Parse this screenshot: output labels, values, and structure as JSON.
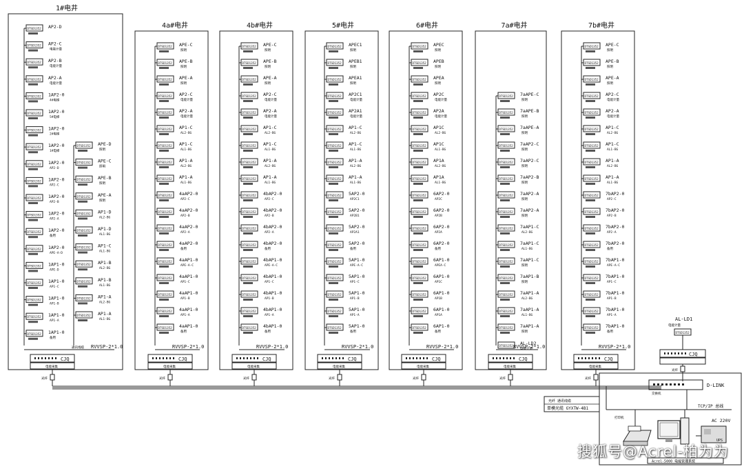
{
  "panels": [
    {
      "title": "1#电井",
      "columns": [
        {
          "meters": [
            {
              "l1": "AP2-D",
              "l2": ""
            },
            {
              "l1": "AP2-C",
              "l2": "电能计量"
            },
            {
              "l1": "AP2-B",
              "l2": "电能计量"
            },
            {
              "l1": "AP2-A",
              "l2": "电能计量"
            },
            {
              "l1": "1AP2-0",
              "l2": "4#电梯"
            },
            {
              "l1": "1AP2-0",
              "l2": "5#电梯"
            },
            {
              "l1": "1AP2-0",
              "l2": "2#电梯"
            },
            {
              "l1": "1AP2-0",
              "l2": "1#电梯"
            },
            {
              "l1": "1AP2-0",
              "l2": "AP2-D"
            },
            {
              "l1": "1AP2-0",
              "l2": "AP2-C"
            },
            {
              "l1": "1AP2-0",
              "l2": "AP2-B"
            },
            {
              "l1": "1AP2-0",
              "l2": "AP2-A"
            },
            {
              "l1": "1AP2-0",
              "l2": "备用"
            },
            {
              "l1": "1AP2-0",
              "l2": "APE-A-D"
            },
            {
              "l1": "1AP1-0",
              "l2": "APE-D"
            },
            {
              "l1": "1AP1-0",
              "l2": "AP1-C"
            },
            {
              "l1": "1AP1-0",
              "l2": "AP1-B"
            },
            {
              "l1": "1AP1-0",
              "l2": "AP1-A"
            },
            {
              "l1": "1AP1-0",
              "l2": "备用"
            }
          ]
        },
        {
          "meters": [
            {
              "l1": "APE-D",
              "l2": "照明"
            },
            {
              "l1": "APE-C",
              "l2": "照明"
            },
            {
              "l1": "APE-B",
              "l2": "照明"
            },
            {
              "l1": "APE-A",
              "l2": "照明"
            },
            {
              "l1": "AP1-D",
              "l2": "AL2-BG"
            },
            {
              "l1": "AP1-D",
              "l2": "AL1-BG"
            },
            {
              "l1": "AP1-C",
              "l2": "AL1-BG"
            },
            {
              "l1": "AP1-B",
              "l2": "AL2-BG"
            },
            {
              "l1": "AP1-B",
              "l2": "AL1-BG"
            },
            {
              "l1": "AP1-A",
              "l2": "AL2-BG"
            },
            {
              "l1": "AP1-A",
              "l2": "AL1-BG"
            }
          ]
        }
      ],
      "cable": "RVVSP-2*1.0",
      "cable_prefix": "通讯线缆",
      "conv_code": "CJQ",
      "conv_label": "电能采集",
      "fiber_label": "光纤"
    },
    {
      "title": "4a#电井",
      "columns": [
        {
          "meters": [
            {
              "l1": "APE-C",
              "l2": "照明"
            },
            {
              "l1": "APE-B",
              "l2": "照明"
            },
            {
              "l1": "APE-A",
              "l2": "照明"
            },
            {
              "l1": "AP2-C",
              "l2": "电能计量"
            },
            {
              "l1": "AP2-A",
              "l2": "电能计量"
            },
            {
              "l1": "AP1-C",
              "l2": "AL2-BG"
            },
            {
              "l1": "AP1-C",
              "l2": "AL1-BG"
            },
            {
              "l1": "AP1-A",
              "l2": "AL2-BG"
            },
            {
              "l1": "AP1-A",
              "l2": "AL1-BG"
            },
            {
              "l1": "4aAP2-0",
              "l2": "AP2-C"
            },
            {
              "l1": "4aAP2-0",
              "l2": "AP2-B"
            },
            {
              "l1": "4aAP2-0",
              "l2": "AP2-A"
            },
            {
              "l1": "4aAP2-0",
              "l2": "备用"
            },
            {
              "l1": "4aAP1-0",
              "l2": "APE-A-C"
            },
            {
              "l1": "4aAP1-0",
              "l2": "AP1-C"
            },
            {
              "l1": "4aAP1-0",
              "l2": "AP1-B"
            },
            {
              "l1": "4aAP1-0",
              "l2": "AP1-A"
            },
            {
              "l1": "4aAP1-0",
              "l2": "备用"
            }
          ]
        }
      ],
      "cable": "RVVSP-2*1.0",
      "cable_prefix": "",
      "conv_code": "CJQ",
      "conv_label": "电能采集",
      "fiber_label": "光纤"
    },
    {
      "title": "4b#电井",
      "columns": [
        {
          "meters": [
            {
              "l1": "APE-C",
              "l2": "照明"
            },
            {
              "l1": "APE-B",
              "l2": "照明"
            },
            {
              "l1": "APE-A",
              "l2": "照明"
            },
            {
              "l1": "AP2-C",
              "l2": "电能计量"
            },
            {
              "l1": "AP2-A",
              "l2": "电能计量"
            },
            {
              "l1": "AP1-C",
              "l2": "AL2-BG"
            },
            {
              "l1": "AP1-C",
              "l2": "AL1-BG"
            },
            {
              "l1": "AP1-A",
              "l2": "AL2-BG"
            },
            {
              "l1": "AP1-A",
              "l2": "AL1-BG"
            },
            {
              "l1": "4bAP2-0",
              "l2": "AP2-C"
            },
            {
              "l1": "4bAP2-0",
              "l2": "AP2-B"
            },
            {
              "l1": "4bAP2-0",
              "l2": "AP2-A"
            },
            {
              "l1": "4bAP2-0",
              "l2": "备用"
            },
            {
              "l1": "4bAP1-0",
              "l2": "APE-A-C"
            },
            {
              "l1": "4bAP1-0",
              "l2": "AP1-C"
            },
            {
              "l1": "4bAP1-0",
              "l2": "AP1-B"
            },
            {
              "l1": "4bAP1-0",
              "l2": "AP1-A"
            },
            {
              "l1": "4bAP1-0",
              "l2": "备用"
            }
          ]
        }
      ],
      "cable": "RVVSP-2*1.0",
      "cable_prefix": "",
      "conv_code": "CJQ",
      "conv_label": "电能采集",
      "fiber_label": "光纤"
    },
    {
      "title": "5#电井",
      "columns": [
        {
          "meters": [
            {
              "l1": "APEC1",
              "l2": "照明"
            },
            {
              "l1": "APEB1",
              "l2": "照明"
            },
            {
              "l1": "APEA1",
              "l2": "照明"
            },
            {
              "l1": "AP2C1",
              "l2": "电能计量"
            },
            {
              "l1": "AP2A1",
              "l2": "电能计量"
            },
            {
              "l1": "AP1-C",
              "l2": "AL2-BG"
            },
            {
              "l1": "AP1-C",
              "l2": "AL1-BG"
            },
            {
              "l1": "AP1-A",
              "l2": "AL2-BG"
            },
            {
              "l1": "AP1-A",
              "l2": "AL1-BG"
            },
            {
              "l1": "5AP2-0",
              "l2": "AP2C1"
            },
            {
              "l1": "5AP2-0",
              "l2": "AP2B1"
            },
            {
              "l1": "5AP2-0",
              "l2": "AP2A1"
            },
            {
              "l1": "5AP2-0",
              "l2": "备用"
            },
            {
              "l1": "5AP1-0",
              "l2": "APE-A-C"
            },
            {
              "l1": "5AP1-0",
              "l2": "AP1-C"
            },
            {
              "l1": "5AP1-0",
              "l2": "AP1-B"
            },
            {
              "l1": "5AP1-0",
              "l2": "AP1-A"
            },
            {
              "l1": "5AP1-0",
              "l2": "备用"
            }
          ]
        }
      ],
      "cable": "RVVSP-2*1.0",
      "cable_prefix": "",
      "conv_code": "CJQ",
      "conv_label": "电能采集",
      "fiber_label": "光纤"
    },
    {
      "title": "6#电井",
      "columns": [
        {
          "meters": [
            {
              "l1": "APEC",
              "l2": "照明"
            },
            {
              "l1": "APEB",
              "l2": "照明"
            },
            {
              "l1": "APEA",
              "l2": "照明"
            },
            {
              "l1": "AP2C",
              "l2": "电能计量"
            },
            {
              "l1": "AP2A",
              "l2": "电能计量"
            },
            {
              "l1": "AP1C",
              "l2": "AL2-BG"
            },
            {
              "l1": "AP1C",
              "l2": "AL1-BG"
            },
            {
              "l1": "AP1A",
              "l2": "AL2-BG"
            },
            {
              "l1": "AP1A",
              "l2": "AL1-BG"
            },
            {
              "l1": "6AP2-0",
              "l2": "AP2C"
            },
            {
              "l1": "6AP2-0",
              "l2": "AP2B"
            },
            {
              "l1": "6AP2-0",
              "l2": "AP2A"
            },
            {
              "l1": "6AP2-0",
              "l2": "备用"
            },
            {
              "l1": "6AP1-0",
              "l2": "APEA-C"
            },
            {
              "l1": "6AP1-0",
              "l2": "AP1C"
            },
            {
              "l1": "6AP1-0",
              "l2": "AP1B"
            },
            {
              "l1": "6AP1-0",
              "l2": "AP1A"
            },
            {
              "l1": "6AP1-0",
              "l2": "备用"
            }
          ]
        }
      ],
      "cable": "RVVSP-2*1.0",
      "cable_prefix": "",
      "conv_code": "CJQ",
      "conv_label": "电能采集",
      "fiber_label": "光纤"
    },
    {
      "title": "7a#电井",
      "columns": [
        {
          "meters": [
            {
              "l1": "7aAPE-C",
              "l2": "照明"
            },
            {
              "l1": "7aAPE-B",
              "l2": "照明"
            },
            {
              "l1": "7aAPE-A",
              "l2": "照明"
            },
            {
              "l1": "7aAP2-C",
              "l2": "照明"
            },
            {
              "l1": "7aAP2-C",
              "l2": "照明"
            },
            {
              "l1": "7aAP2-B",
              "l2": "照明"
            },
            {
              "l1": "7aAP2-A",
              "l2": "照明"
            },
            {
              "l1": "7aAP2-A",
              "l2": "照明"
            },
            {
              "l1": "7aAP1-C",
              "l2": "AL2-BG"
            },
            {
              "l1": "7aAP1-C",
              "l2": "AL1-BG"
            },
            {
              "l1": "7aAP1-C",
              "l2": "照明"
            },
            {
              "l1": "7aAP1-B",
              "l2": "照明"
            },
            {
              "l1": "7aAP1-A",
              "l2": "AL2-BG"
            },
            {
              "l1": "7aAP1-A",
              "l2": "AL1-BG"
            },
            {
              "l1": "7aAP1-A",
              "l2": "照明"
            }
          ]
        }
      ],
      "cable": "RVVSP-2*1.0",
      "cable_prefix": "",
      "conv_code": "CJQ",
      "conv_label": "电能采集",
      "fiber_label": "光纤",
      "extra_label": "AL-LD2",
      "extra_sub": "电能计量"
    },
    {
      "title": "7b#电井",
      "columns": [
        {
          "meters": [
            {
              "l1": "APE-C",
              "l2": "照明"
            },
            {
              "l1": "APE-B",
              "l2": "照明"
            },
            {
              "l1": "APE-A",
              "l2": "照明"
            },
            {
              "l1": "AP2-C",
              "l2": "电能计量"
            },
            {
              "l1": "AP2-A",
              "l2": "电能计量"
            },
            {
              "l1": "AP1-C",
              "l2": "AL2-BG"
            },
            {
              "l1": "AP1-C",
              "l2": "AL1-BG"
            },
            {
              "l1": "AP1-A",
              "l2": "AL2-BG"
            },
            {
              "l1": "AP1-A",
              "l2": "AL1-BG"
            },
            {
              "l1": "7bAP2-0",
              "l2": "AP2-C"
            },
            {
              "l1": "7bAP2-0",
              "l2": "AP2-B"
            },
            {
              "l1": "7bAP2-0",
              "l2": "AP2-A"
            },
            {
              "l1": "7bAP2-0",
              "l2": "备用"
            },
            {
              "l1": "7bAP1-0",
              "l2": "APE-A-C"
            },
            {
              "l1": "7bAP1-0",
              "l2": "AP1-C"
            },
            {
              "l1": "7bAP1-0",
              "l2": "AP1-B"
            },
            {
              "l1": "7bAP1-0",
              "l2": "AP1-A"
            },
            {
              "l1": "7bAP1-0",
              "l2": "备用"
            }
          ]
        }
      ],
      "cable": "RVVSP-2*1.0",
      "cable_prefix": "",
      "conv_code": "CJQ",
      "conv_label": "电能采集",
      "fiber_label": "光纤"
    }
  ],
  "meter_model": "DTSD1352",
  "standalone": {
    "title": "AL-LD1",
    "subtitle": "电能计量",
    "conv_code": "CJQ",
    "fiber_label": "光纤"
  },
  "legend": {
    "line1": "光纤 通讯线缆",
    "line2": "单模光缆 GYXTW-4B1"
  },
  "network": {
    "switch_label": "D-LINK",
    "switch_caption": "交换机",
    "tcpip_label": "TCP/IP 总线",
    "printer_label": "打印机",
    "ups_label": "UPS",
    "power_label": "AC 220V",
    "bottom_caption": "Acrel-5000 电能管理系统"
  },
  "watermark": "搜狐号@Acrel-柏为为"
}
